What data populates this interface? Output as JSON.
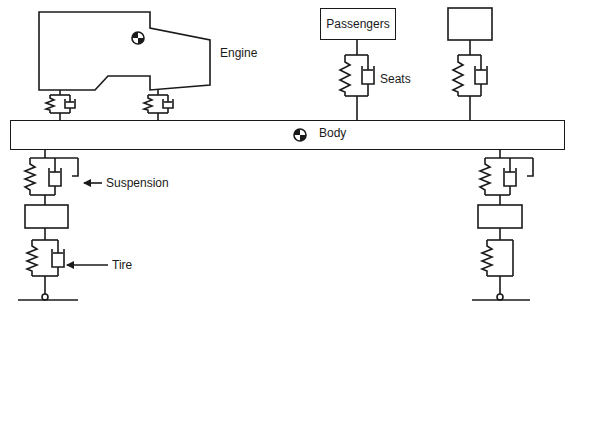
{
  "diagram": {
    "nodes": [
      {
        "text": [
          "Engine"
        ]
      },
      {
        "text": [
          "Passengers"
        ]
      },
      {
        "text": [
          "Body"
        ]
      }
    ],
    "labels": [
      "Seats",
      "Suspension",
      "Tire"
    ]
  }
}
